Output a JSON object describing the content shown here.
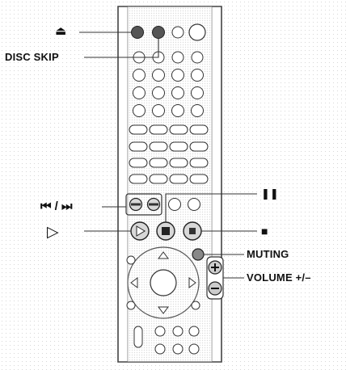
{
  "callouts": {
    "eject": {
      "symbol": "⏏"
    },
    "disc_skip": {
      "label": "DISC SKIP"
    },
    "prev_next": {
      "symbol": "⏮ / ⏭"
    },
    "play": {
      "symbol": "▷"
    },
    "pause": {
      "symbol": "❚❚"
    },
    "stop": {
      "symbol": "■"
    },
    "muting": {
      "label": "MUTING"
    },
    "volume": {
      "label": "VOLUME +/–"
    }
  },
  "colors": {
    "line": "#333333",
    "button_fill": "#e8e8e8",
    "dark_button": "#555555"
  }
}
